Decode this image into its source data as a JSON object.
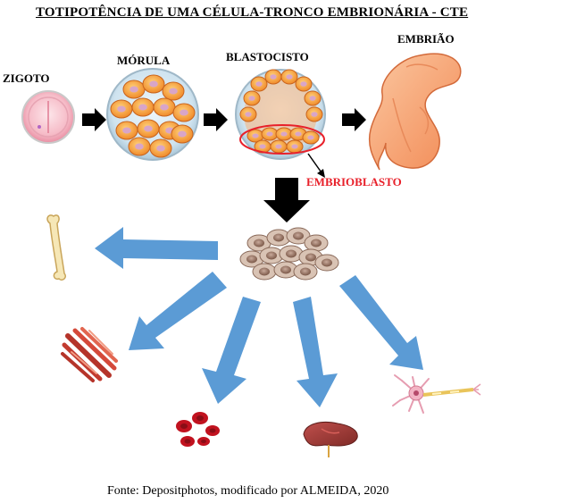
{
  "title": "TOTIPOTÊNCIA DE UMA CÉLULA-TRONCO EMBRIONÁRIA - CTE",
  "stages": {
    "zigoto": "ZIGOTO",
    "morula": "MÓRULA",
    "blastocisto": "BLASTOCISTO",
    "embriao": "EMBRIÃO"
  },
  "embrioblasto_label": "EMBRIOBLASTO",
  "caption": "Fonte: Depositphotos, modificado por ALMEIDA, 2020",
  "colors": {
    "arrow_blue": "#5b9bd5",
    "arrow_black": "#000000",
    "highlight_red": "#e8202a",
    "cell_orange": "#f7a443",
    "stem_cell_brown": "#8a6a5a"
  },
  "icons": [
    "zygote-icon",
    "morula-icon",
    "blastocyst-icon",
    "embryo-icon",
    "stem-cells-icon",
    "bone-icon",
    "muscle-icon",
    "blood-cells-icon",
    "liver-icon",
    "neuron-icon"
  ]
}
